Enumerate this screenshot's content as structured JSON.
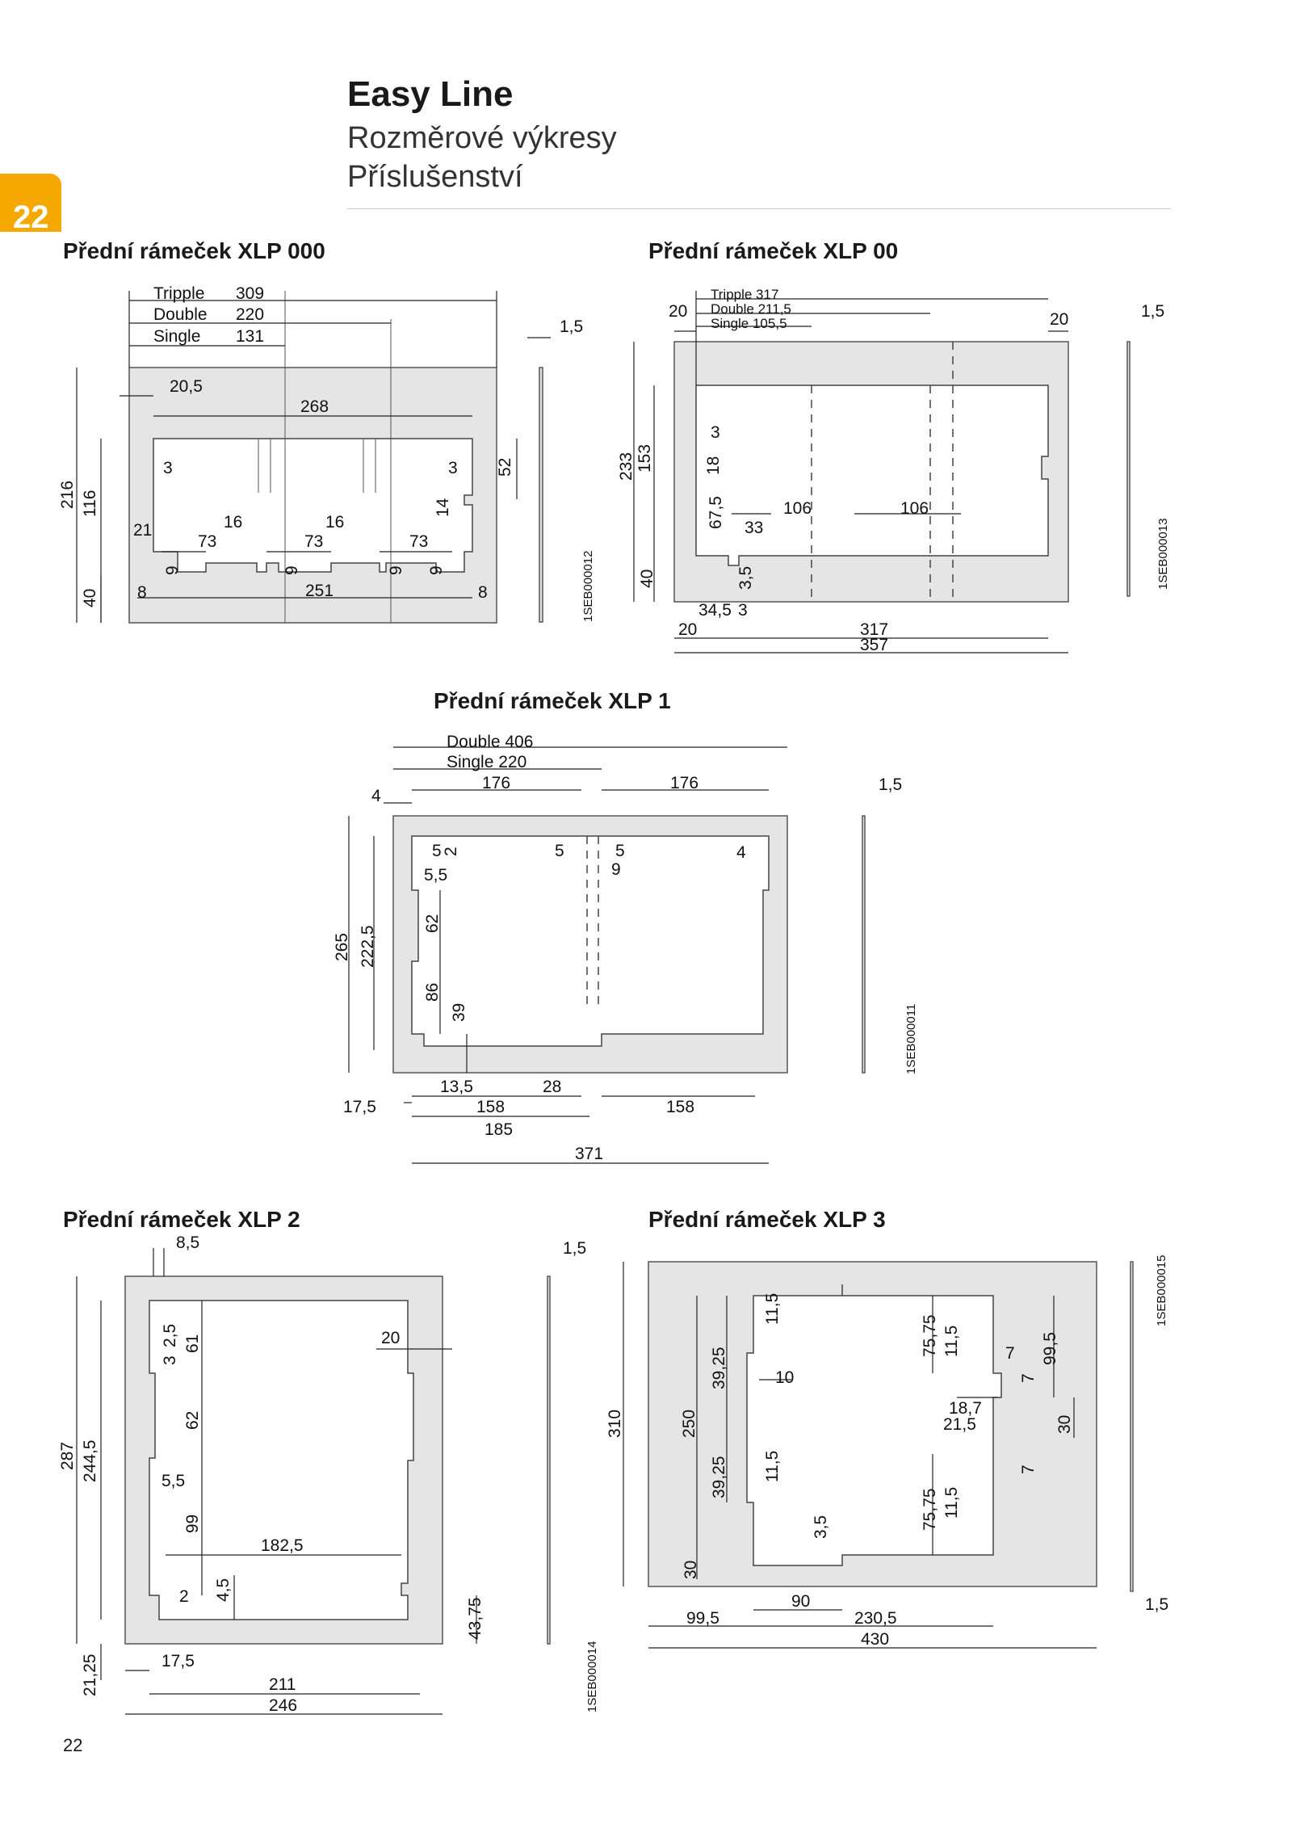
{
  "header": {
    "title": "Easy Line",
    "subtitle1": "Rozměrové výkresy",
    "subtitle2": "Příslušenství",
    "chapter_tab": "22"
  },
  "sections": {
    "xlp000": "Přední rámeček XLP 000",
    "xlp00": "Přední rámeček XLP 00",
    "xlp1": "Přední rámeček XLP 1",
    "xlp2": "Přední rámeček XLP 2",
    "xlp3": "Přední rámeček XLP 3"
  },
  "codes": {
    "xlp000": "1SEB000012",
    "xlp00": "1SEB000013",
    "xlp1": "1SEB000011",
    "xlp2": "1SEB000014",
    "xlp3": "1SEB000015"
  },
  "dims": {
    "xlp000": {
      "tripple": "Tripple",
      "tripple_v": "309",
      "double": "Double",
      "double_v": "220",
      "single": "Single",
      "single_v": "131",
      "thick": "1,5",
      "d20_5": "20,5",
      "d268": "268",
      "d3a": "3",
      "d3b": "3",
      "d52": "52",
      "d14": "14",
      "d216": "216",
      "d116": "116",
      "d21": "21",
      "d16a": "16",
      "d16b": "16",
      "d73a": "73",
      "d73b": "73",
      "d73c": "73",
      "d9a": "9",
      "d9b": "9",
      "d9c": "9",
      "d9d": "9",
      "d40": "40",
      "d8a": "8",
      "d251": "251",
      "d8b": "8"
    },
    "xlp00": {
      "tripple": "Tripple  317",
      "double": "Double  211,5",
      "single": "Single  105,5",
      "d20a": "20",
      "d20b": "20",
      "thick": "1,5",
      "d233": "233",
      "d153": "153",
      "d3": "3",
      "d18": "18",
      "d67_5": "67,5",
      "d33": "33",
      "d106a": "106",
      "d106b": "106",
      "d40": "40",
      "d3_5": "3,5",
      "d34_5": "34,5",
      "d3b": "3",
      "d20c": "20",
      "d317": "317",
      "d357": "357"
    },
    "xlp1": {
      "double": "Double 406",
      "single": "Single  220",
      "d176a": "176",
      "d176b": "176",
      "d4a": "4",
      "thick": "1,5",
      "d5a": "5",
      "d2": "2",
      "d5_5": "5,5",
      "d5b": "5",
      "d5c": "5",
      "d9": "9",
      "d4b": "4",
      "d265": "265",
      "d222_5": "222,5",
      "d62": "62",
      "d86": "86",
      "d39": "39",
      "d13_5": "13,5",
      "d28": "28",
      "d17_5": "17,5",
      "d158a": "158",
      "d158b": "158",
      "d185": "185",
      "d371": "371"
    },
    "xlp2": {
      "d8_5": "8,5",
      "thick": "1,5",
      "d2_5": "2,5",
      "d3": "3",
      "d61": "61",
      "d20": "20",
      "d62": "62",
      "d287": "287",
      "d244_5": "244,5",
      "d5_5": "5,5",
      "d99": "99",
      "d182_5": "182,5",
      "d2": "2",
      "d4_5": "4,5",
      "d43_75": "43,75",
      "d21_25": "21,25",
      "d17_5": "17,5",
      "d211": "211",
      "d246": "246"
    },
    "xlp3": {
      "d11_5a": "11,5",
      "d75_75a": "75,75",
      "d11_5b": "11,5",
      "d7a": "7",
      "d99_5a": "99,5",
      "d39_25a": "39,25",
      "d10": "10",
      "d7b": "7",
      "d18_7": "18,7",
      "d21_5": "21,5",
      "d30a": "30",
      "d310": "310",
      "d250": "250",
      "d7c": "7",
      "d39_25b": "39,25",
      "d11_5c": "11,5",
      "d75_75b": "75,75",
      "d11_5d": "11,5",
      "d3_5": "3,5",
      "d30b": "30",
      "d90": "90",
      "d99_5b": "99,5",
      "d230_5": "230,5",
      "d430": "430",
      "thick": "1,5"
    }
  },
  "footer": {
    "page_number": "22"
  }
}
